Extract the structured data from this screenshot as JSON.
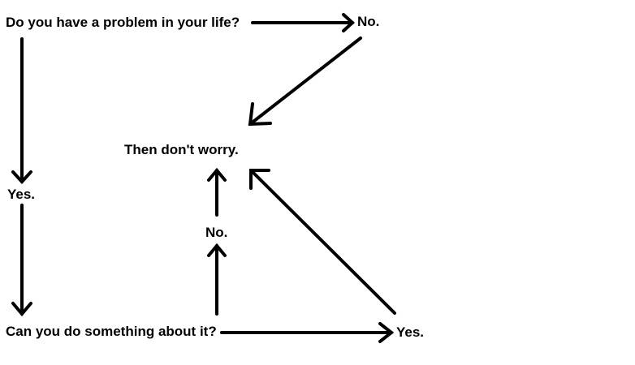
{
  "diagram": {
    "nodes": {
      "question_problem": "Do you have a problem in your life?",
      "answer_no_top": "No.",
      "result_dont_worry": "Then don't worry.",
      "answer_yes_left": "Yes.",
      "answer_no_middle": "No.",
      "question_do_something": "Can you do something about it?",
      "answer_yes_bottom": "Yes."
    },
    "edges": [
      {
        "from": "question_problem",
        "to": "answer_no_top"
      },
      {
        "from": "answer_no_top",
        "to": "result_dont_worry"
      },
      {
        "from": "question_problem",
        "to": "answer_yes_left"
      },
      {
        "from": "answer_yes_left",
        "to": "question_do_something"
      },
      {
        "from": "question_do_something",
        "to": "answer_no_middle"
      },
      {
        "from": "answer_no_middle",
        "to": "result_dont_worry"
      },
      {
        "from": "question_do_something",
        "to": "answer_yes_bottom"
      },
      {
        "from": "answer_yes_bottom",
        "to": "result_dont_worry"
      }
    ],
    "line_color": "#000000",
    "background_color": "#ffffff"
  }
}
